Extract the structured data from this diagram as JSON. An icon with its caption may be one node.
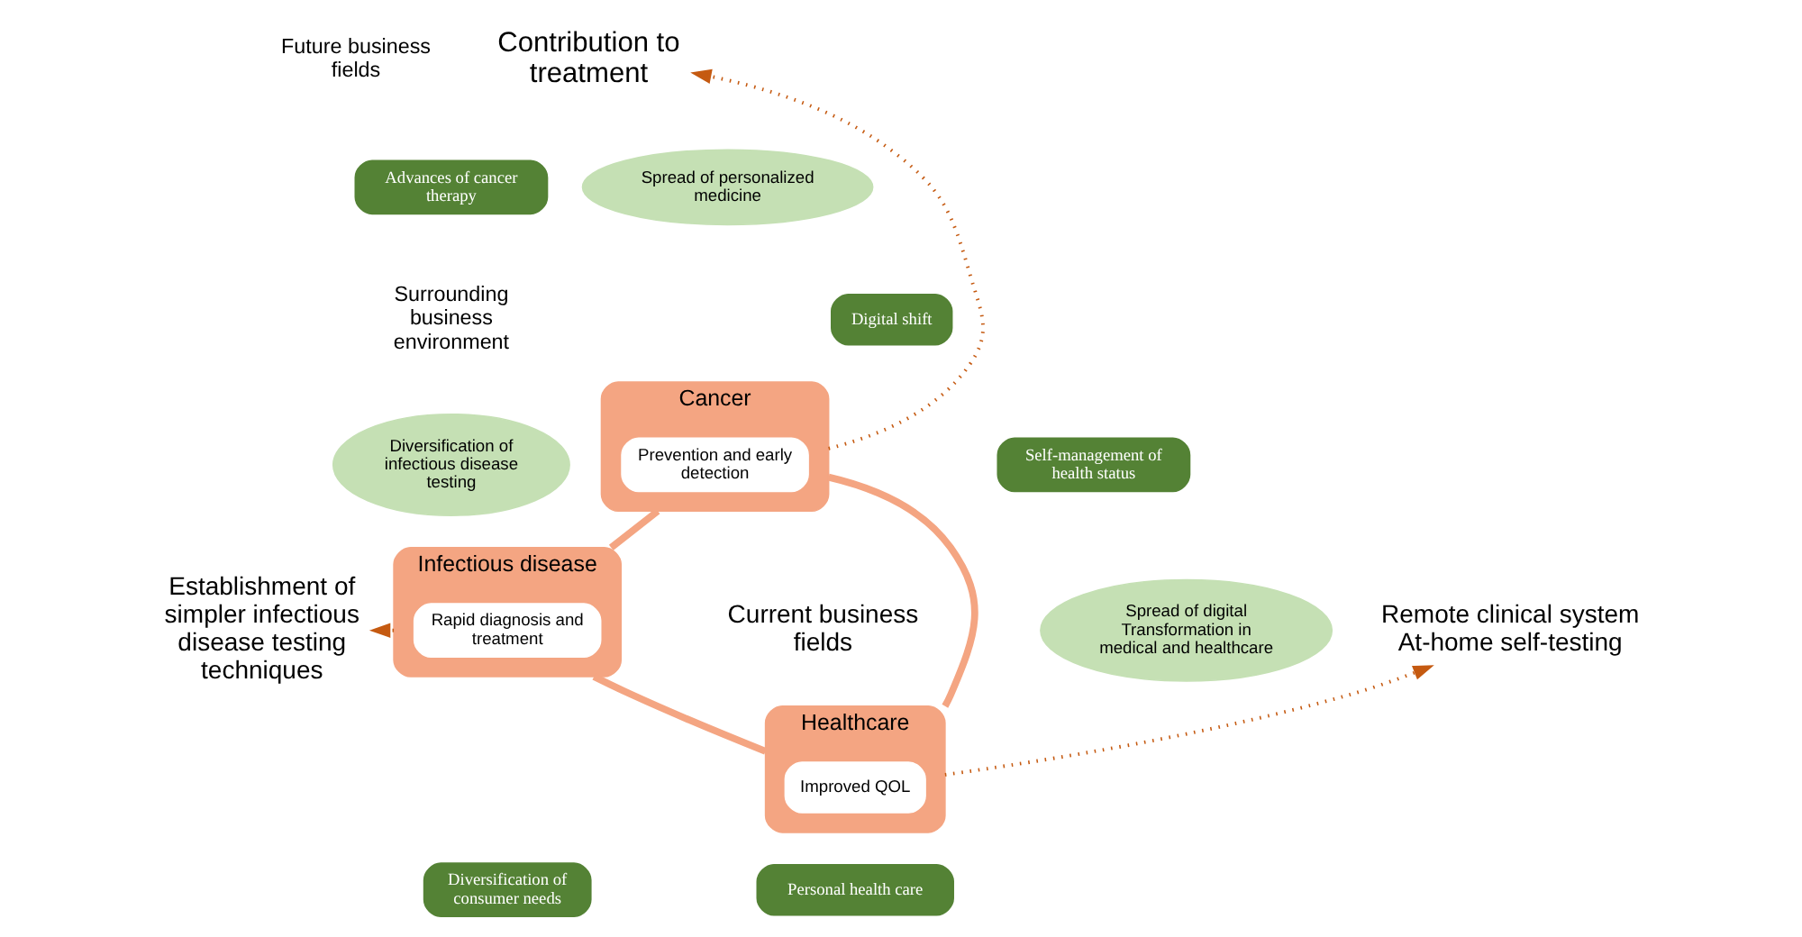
{
  "diagram": {
    "nodes": [
      {
        "text": [
          "Contribution to treatment"
        ]
      },
      {
        "text": [
          "Advances of cancer therapy"
        ]
      },
      {
        "text": [
          "Spread of personalized medicine"
        ]
      },
      {
        "text": [
          "Cancer"
        ]
      },
      {
        "text": [
          "Prevention and early detection"
        ],
        "in": 3
      },
      {
        "text": [
          "Digital shift"
        ]
      },
      {
        "text": [
          "Self-management of health status"
        ]
      },
      {
        "text": [
          "Diversification of infectious disease testing"
        ]
      },
      {
        "text": [
          "Spread of digital Transformation in medical and healthcare"
        ]
      },
      {
        "text": [
          "Infectious disease"
        ]
      },
      {
        "text": [
          "Rapid diagnosis and treatment"
        ],
        "in": 9
      },
      {
        "text": [
          "Healthcare"
        ]
      },
      {
        "text": [
          "Improved QOL"
        ],
        "in": 11
      },
      {
        "text": [
          "Establishment of simpler infectious disease testing techniques"
        ]
      },
      {
        "text": [
          "Remote clinical system",
          "At-home self-testing"
        ]
      },
      {
        "text": [
          "Diversification of consumer needs"
        ]
      },
      {
        "text": [
          "Personal health care"
        ]
      }
    ],
    "edges": [
      {
        "from": 3,
        "to": 0,
        "arrow": "to",
        "style": "dashed",
        "color": "#c55a11"
      },
      {
        "from": 9,
        "to": 13,
        "arrow": "to",
        "style": "dashed",
        "color": "#c55a11"
      },
      {
        "from": 11,
        "to": 14,
        "arrow": "to",
        "style": "dashed",
        "color": "#c55a11"
      },
      {
        "from": 3,
        "to": 9,
        "arrow": "none",
        "style": "thick",
        "color": "#f4a582"
      },
      {
        "from": 9,
        "to": 11,
        "arrow": "none",
        "style": "thick",
        "color": "#f4a582"
      },
      {
        "from": 11,
        "to": 3,
        "arrow": "none",
        "style": "thick",
        "color": "#f4a582"
      }
    ],
    "labels": [
      "Future business fields",
      "Surrounding business environment",
      "Current business fields"
    ]
  }
}
